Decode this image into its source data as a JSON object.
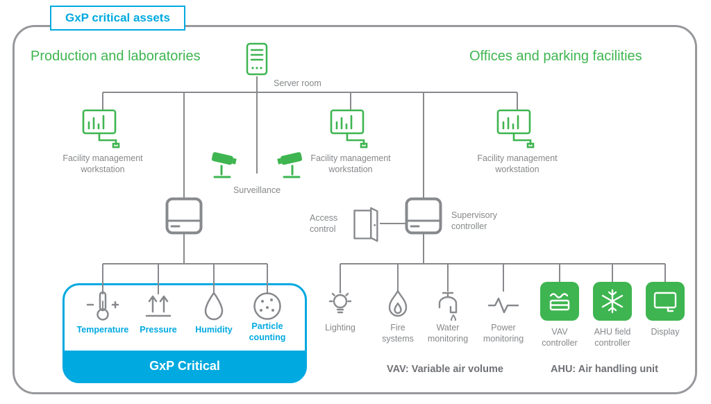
{
  "badge": "GxP critical assets",
  "titles": {
    "left": "Production and laboratories",
    "right": "Offices and parking facilities"
  },
  "nodes": {
    "server_room": "Server room",
    "workstation": "Facility management workstation",
    "surveillance": "Surveillance",
    "access_control": "Access control",
    "supervisory_controller": "Supervisory controller"
  },
  "gxp_box": {
    "title": "GxP Critical",
    "sensors": [
      {
        "label": "Temperature",
        "icon": "thermometer-icon"
      },
      {
        "label": "Pressure",
        "icon": "pressure-icon"
      },
      {
        "label": "Humidity",
        "icon": "humidity-drop-icon"
      },
      {
        "label": "Particle counting",
        "icon": "particle-counter-icon"
      }
    ]
  },
  "building_systems": [
    {
      "label": "Lighting",
      "icon": "light-bulb-icon"
    },
    {
      "label": "Fire systems",
      "icon": "flame-icon"
    },
    {
      "label": "Water monitoring",
      "icon": "faucet-icon"
    },
    {
      "label": "Power monitoring",
      "icon": "waveform-icon"
    }
  ],
  "field_devices": [
    {
      "label": "VAV controller",
      "icon": "vav-damper-icon"
    },
    {
      "label": "AHU field controller",
      "icon": "snowflake-icon"
    },
    {
      "label": "Display",
      "icon": "monitor-icon"
    }
  ],
  "legend": {
    "vav": "VAV: Variable air volume",
    "ahu": "AHU: Air handling unit"
  },
  "colors": {
    "green": "#3eb550",
    "blue": "#00a9e0",
    "gray": "#87898c"
  }
}
